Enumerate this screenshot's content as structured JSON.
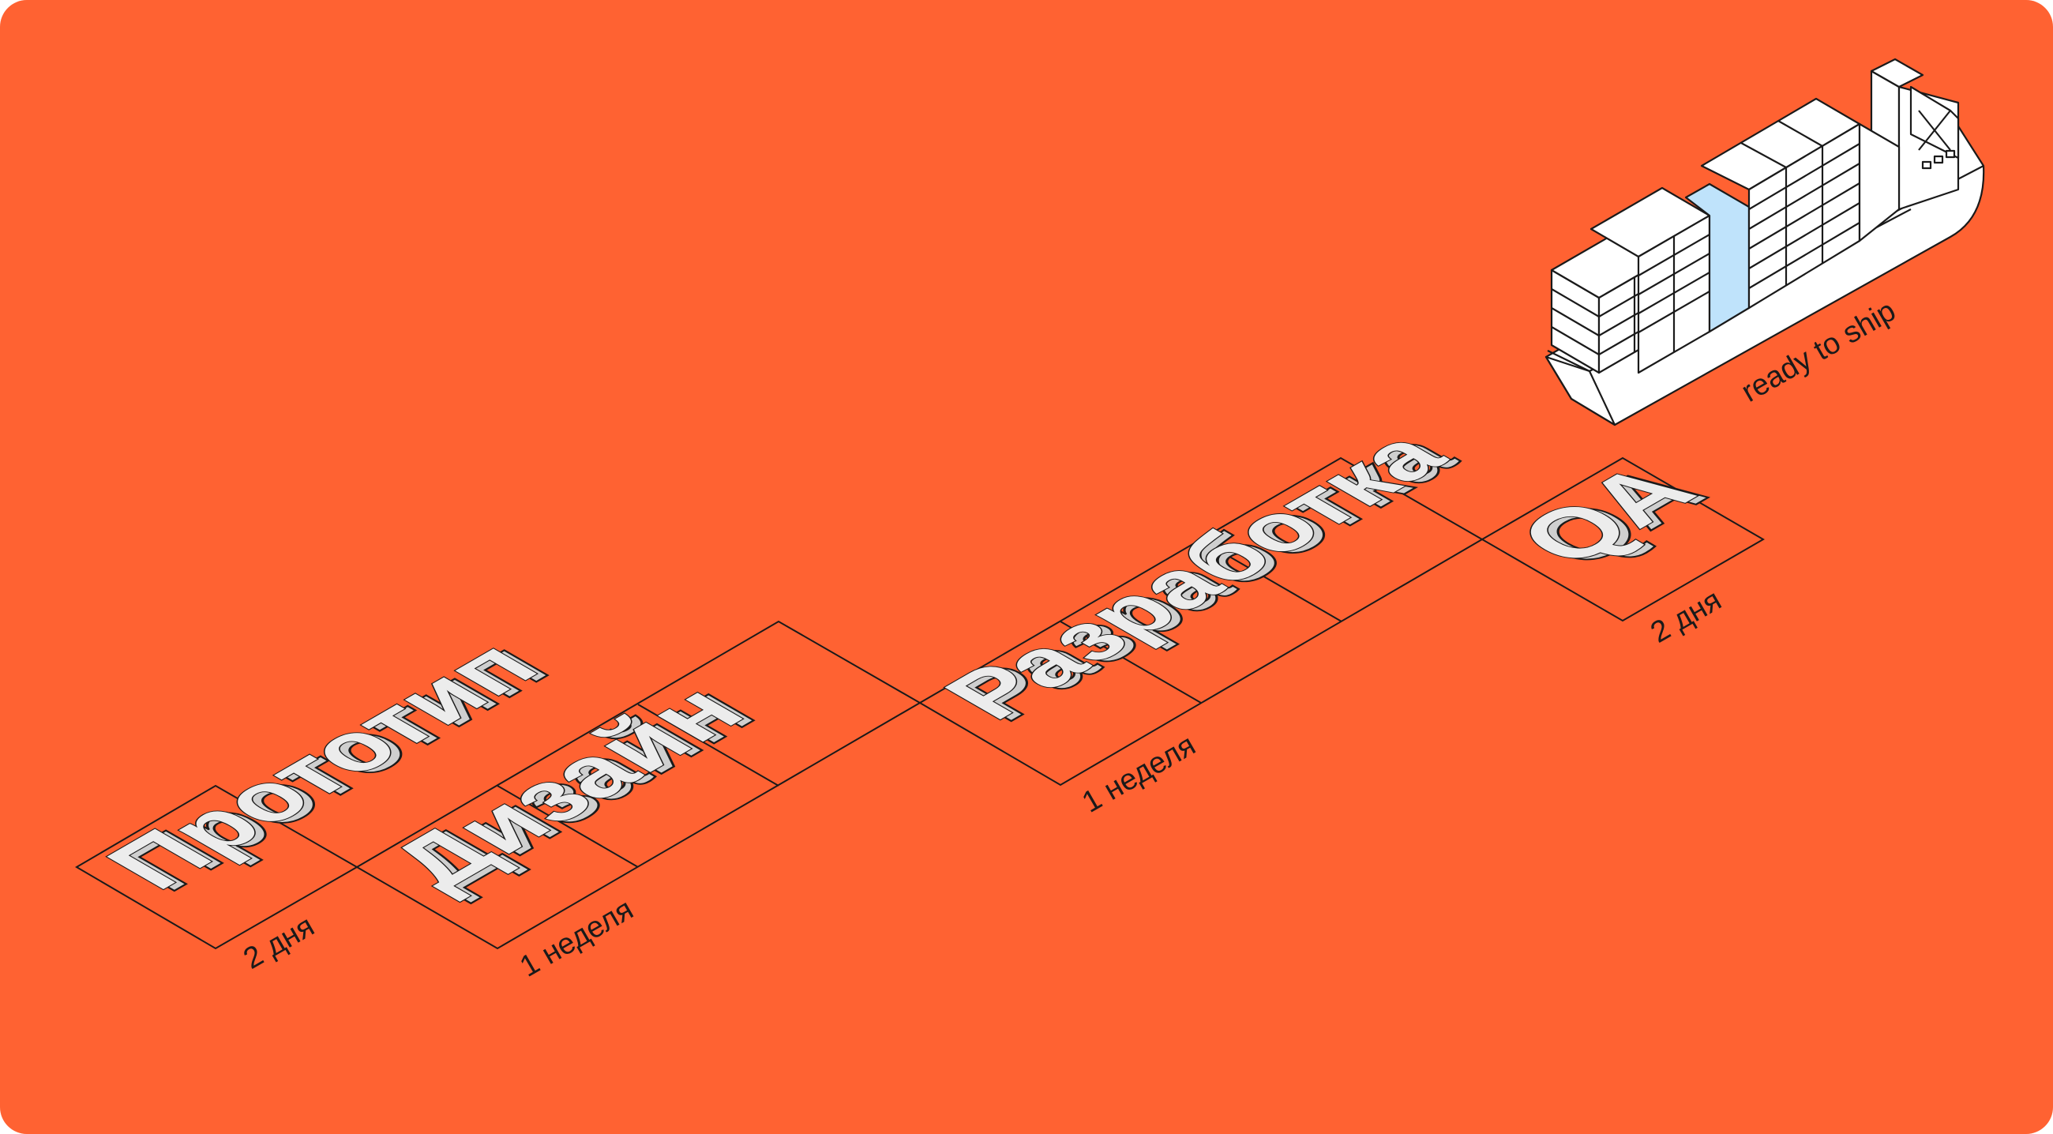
{
  "colors": {
    "background": "#FF6232",
    "line": "#1a1a1a",
    "letter_face": "#ececec",
    "letter_side": "#cfcfcf",
    "container_highlight": "#BFE3FB"
  },
  "stages": [
    {
      "name": "Прототип",
      "duration": "2 дня"
    },
    {
      "name": "Дизайн",
      "duration": "1 неделя"
    },
    {
      "name": "Разработка",
      "duration": "1 неделя"
    },
    {
      "name": "QA",
      "duration": "2 дня"
    }
  ],
  "ship": {
    "label": "ready to ship"
  }
}
